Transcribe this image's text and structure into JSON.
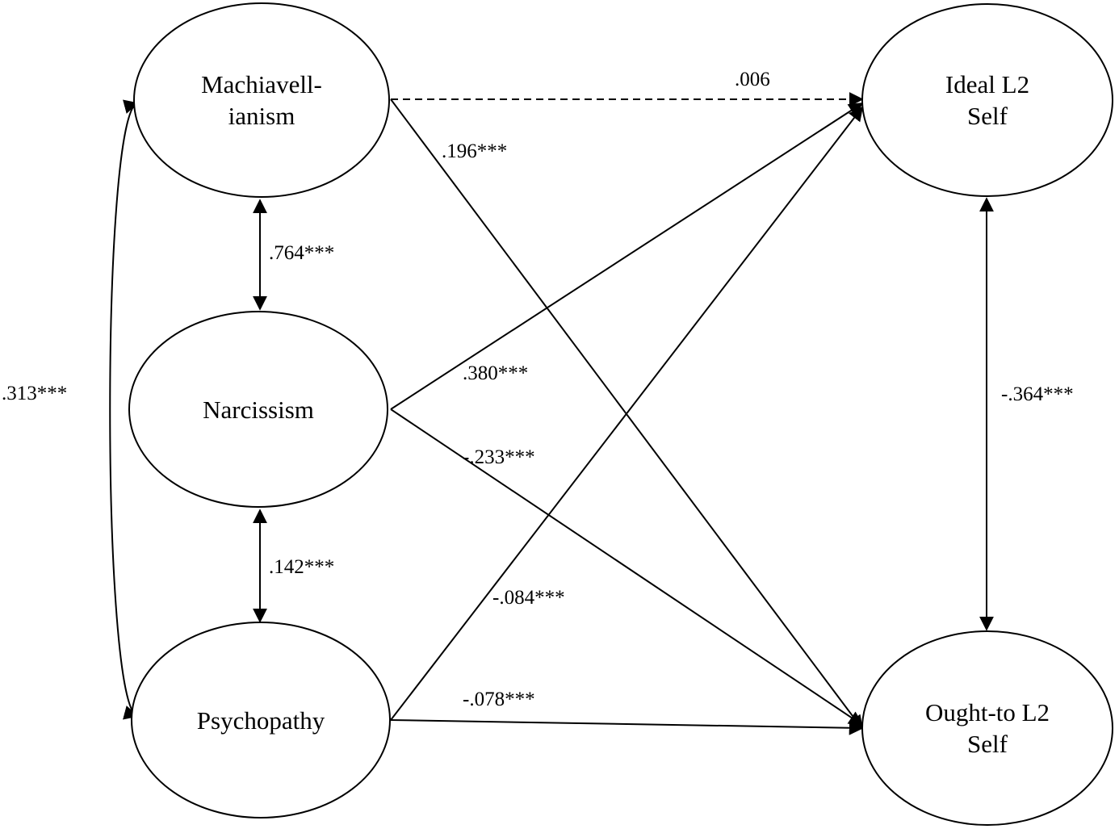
{
  "nodes": {
    "mach": {
      "lines": [
        "Machiavell-",
        "ianism"
      ]
    },
    "narc": {
      "lines": [
        "Narcissism"
      ]
    },
    "psych": {
      "lines": [
        "Psychopathy"
      ]
    },
    "ideal": {
      "lines": [
        "Ideal L2",
        "Self"
      ]
    },
    "ought": {
      "lines": [
        "Ought-to L2",
        "Self"
      ]
    }
  },
  "paths": {
    "mach_ideal": {
      "from": "Machiavell-ianism",
      "to": "Ideal L2 Self",
      "type": "directed",
      "style": "dashed",
      "label": ".006"
    },
    "mach_ought": {
      "from": "Machiavell-ianism",
      "to": "Ought-to L2 Self",
      "type": "directed",
      "style": "solid",
      "label": ".196***"
    },
    "narc_ideal": {
      "from": "Narcissism",
      "to": "Ideal L2 Self",
      "type": "directed",
      "style": "solid",
      "label": ".380***"
    },
    "narc_ought": {
      "from": "Narcissism",
      "to": "Ought-to L2 Self",
      "type": "directed",
      "style": "solid",
      "label": "-.233***"
    },
    "psych_ideal": {
      "from": "Psychopathy",
      "to": "Ideal L2 Self",
      "type": "directed",
      "style": "solid",
      "label": "-.084***"
    },
    "psych_ought": {
      "from": "Psychopathy",
      "to": "Ought-to L2 Self",
      "type": "directed",
      "style": "solid",
      "label": "-.078***"
    },
    "mach_narc": {
      "from": "Machiavell-ianism",
      "to": "Narcissism",
      "type": "correlation",
      "style": "solid",
      "label": ".764***"
    },
    "narc_psych": {
      "from": "Narcissism",
      "to": "Psychopathy",
      "type": "correlation",
      "style": "solid",
      "label": ".142***"
    },
    "mach_psych": {
      "from": "Machiavell-ianism",
      "to": "Psychopathy",
      "type": "correlation",
      "style": "curved",
      "label": ".313***"
    },
    "ideal_ought": {
      "from": "Ideal L2 Self",
      "to": "Ought-to L2 Self",
      "type": "correlation",
      "style": "solid",
      "label": "-.364***"
    }
  }
}
